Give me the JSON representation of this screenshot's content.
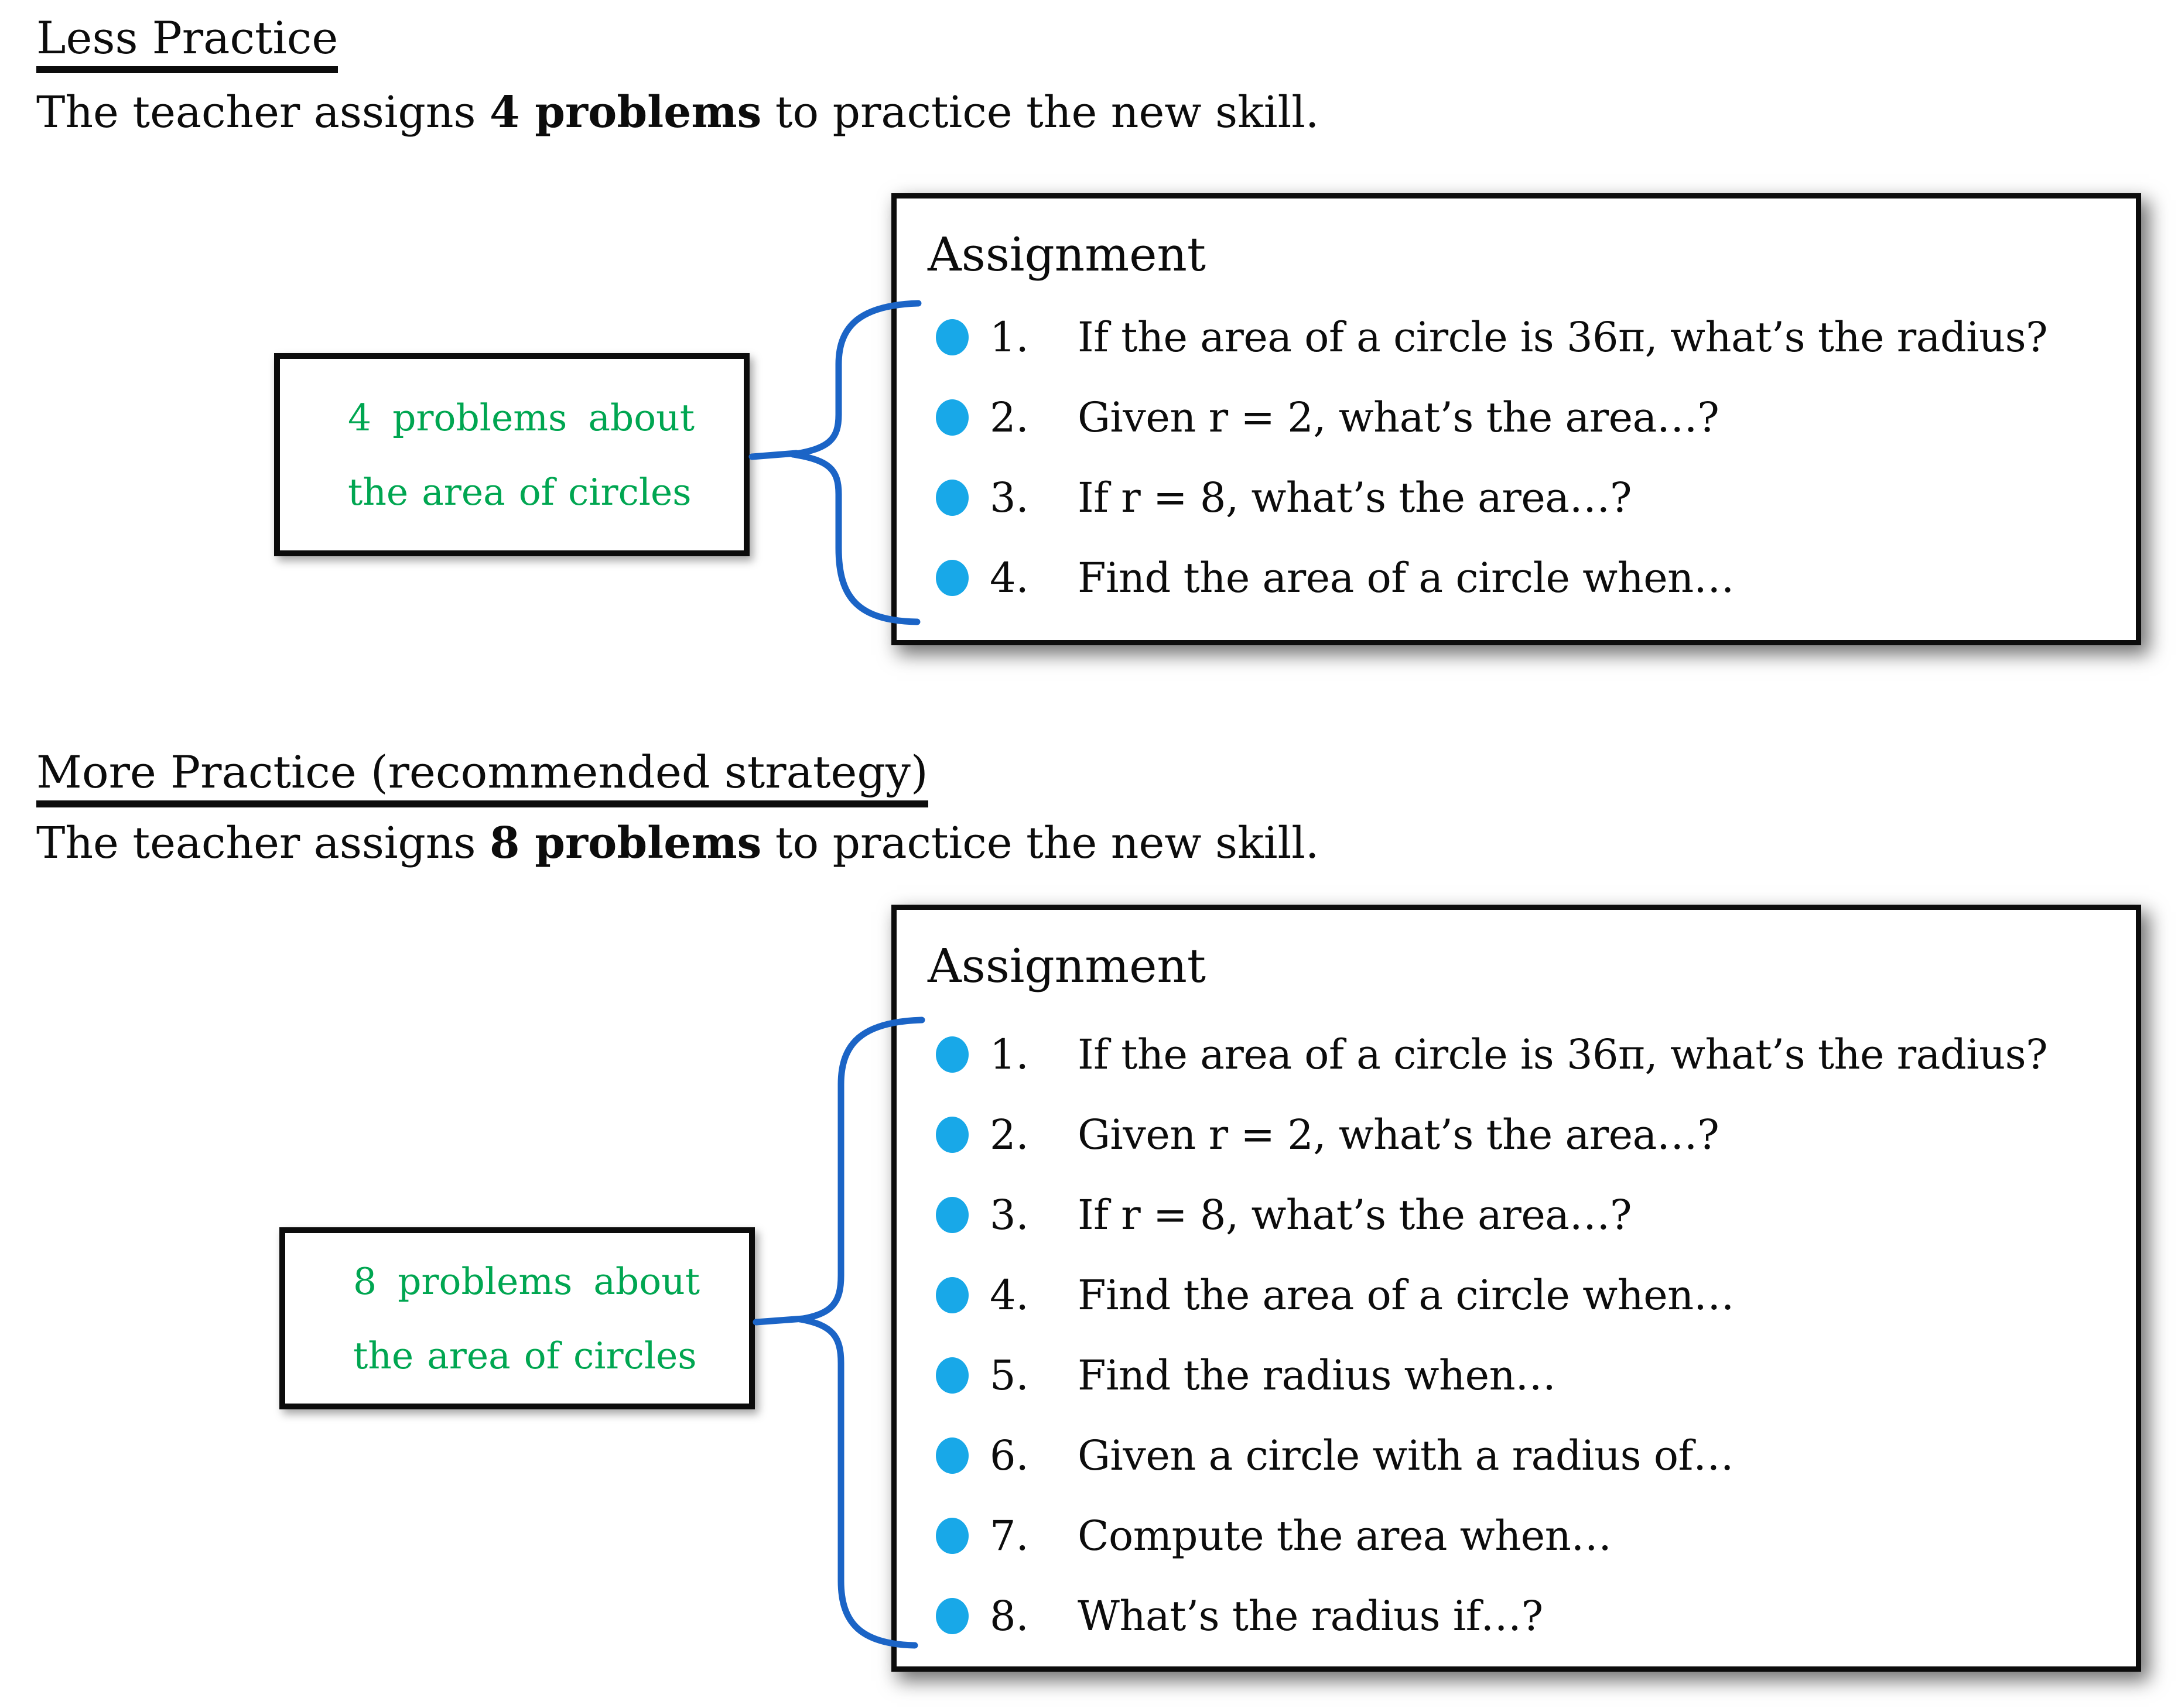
{
  "colors": {
    "green": "#00A651",
    "bullet": "#18A8E8",
    "brace": "#1B64C6",
    "ink": "#0c0c0c"
  },
  "sections": [
    {
      "heading": "Less Practice",
      "sentence_prefix": "The teacher assigns ",
      "sentence_bold": "4 problems",
      "sentence_suffix": " to practice the new skill.",
      "label_line1": "4 problems about",
      "label_line2": "the area of circles",
      "box_title": "Assignment",
      "items": [
        {
          "number": "1.",
          "text": "If the area of a circle is 36π, what’s the radius?"
        },
        {
          "number": "2.",
          "text": "Given r = 2, what’s the area…?"
        },
        {
          "number": "3.",
          "text": "If r = 8, what’s the area…?"
        },
        {
          "number": "4.",
          "text": "Find the area of a circle when…"
        }
      ]
    },
    {
      "heading": "More Practice (recommended strategy)",
      "sentence_prefix": "The teacher assigns ",
      "sentence_bold": "8 problems",
      "sentence_suffix": " to practice the new skill.",
      "label_line1": "8 problems about",
      "label_line2": "the area of circles",
      "box_title": "Assignment",
      "items": [
        {
          "number": "1.",
          "text": "If the area of a circle is 36π, what’s the radius?"
        },
        {
          "number": "2.",
          "text": "Given r = 2, what’s the area…?"
        },
        {
          "number": "3.",
          "text": "If r = 8, what’s the area…?"
        },
        {
          "number": "4.",
          "text": "Find the area of a circle when…"
        },
        {
          "number": "5.",
          "text": "Find the radius when…"
        },
        {
          "number": "6.",
          "text": "Given a circle with a radius of…"
        },
        {
          "number": "7.",
          "text": "Compute the area when…"
        },
        {
          "number": "8.",
          "text": "What’s the radius if…?"
        }
      ]
    }
  ]
}
